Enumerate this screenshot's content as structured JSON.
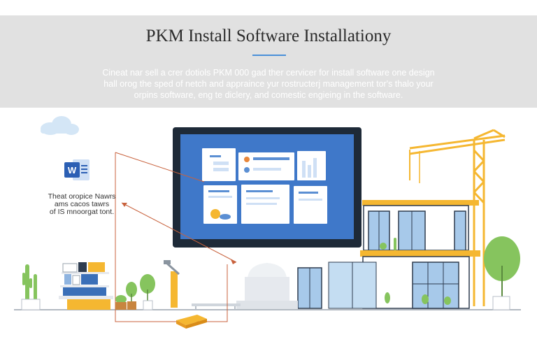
{
  "header": {
    "title": "PKM Install  Software Installationy",
    "description_lines": [
      "Cineat nar sell a crer dotiols PKM 000 gad ther cervicer for install software one design",
      "hall orog the sped of netch and appraince yur rostructerj management tor's thalo your",
      "orpins software, eng te diclery, and comestic engieing in the software."
    ]
  },
  "side_note": {
    "app_icon": "word-document-icon",
    "lines": [
      "Theat oropice Nawrs",
      "ams cacos tawrs",
      "of IS mnoorgat tont."
    ]
  },
  "colors": {
    "accent_blue": "#4a90d9",
    "screen_blue": "#3f78c9",
    "crane_orange": "#f5b731",
    "connector": "#c8623d",
    "plant_green": "#86c45e"
  }
}
